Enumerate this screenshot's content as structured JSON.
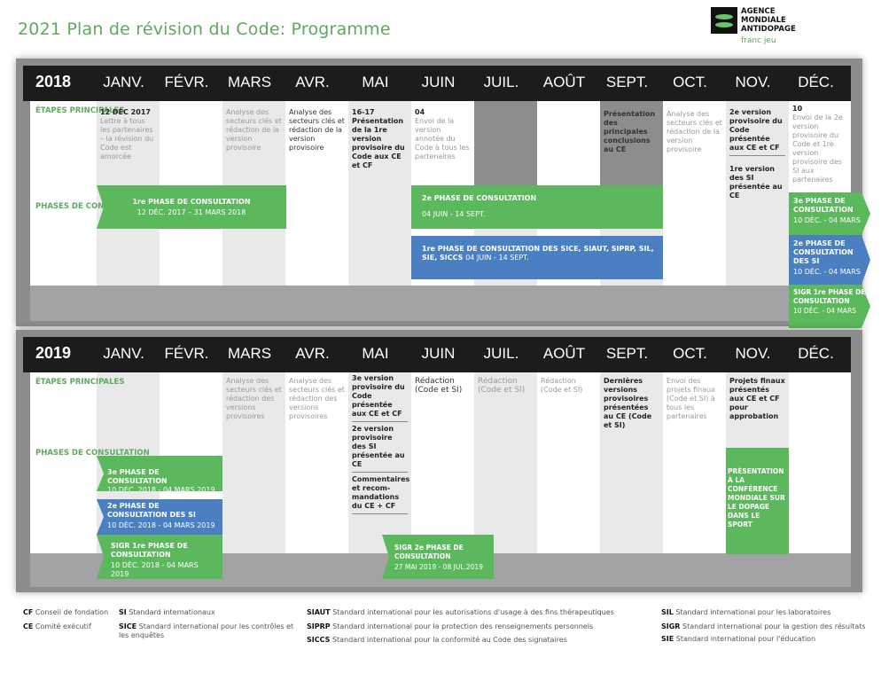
{
  "title": "2021 Plan de révision du Code: Programme",
  "logo": {
    "lines": [
      "AGENCE",
      "MONDIALE",
      "ANTIDOPAGE"
    ],
    "tagline": "franc jeu"
  },
  "months": [
    "JANV.",
    "FÉVR.",
    "MARS",
    "AVR.",
    "MAI",
    "JUIN",
    "JUIL.",
    "AOÛT",
    "SEPT.",
    "OCT.",
    "NOV.",
    "DÉC."
  ],
  "row_labels": {
    "milestones": "ÉTAPES PRINCIPALES",
    "consultation": "PHASES DE CONSULTATION"
  },
  "year2018": {
    "year": "2018",
    "milestones": {
      "jan_date": "12 DÉC 2017",
      "jan_text": "Lettre à tous les partenaires – la révision du Code est amorcée",
      "mar": "Analyse des secteurs clés et rédaction de la version provisoire",
      "apr": "Analyse des secteurs clés et rédaction de la version provisoire",
      "may_date": "16-17",
      "may_text": "Présentation de la 1re version provisoire du Code aux CE et CF",
      "jun_date": "04",
      "jun_text": "Envoi de la version annotée du Code à tous les partenaires",
      "sep": "Présentation des principales conclusions au CE",
      "oct": "Analyse des secteurs clés et rédaction de la version provisoire",
      "nov_a": "2e version provisoire du Code présentée aux CE et CF",
      "nov_b": "1re version des SI présentée au CE",
      "dec_date": "10",
      "dec_text": "Envoi de la 2e version provisoire du Code et 1re version provisoire des SI aux partenaires"
    },
    "phases": [
      {
        "title": "1re PHASE DE CONSULTATION",
        "dates": "12 DÉC. 2017 – 31 MARS 2018",
        "color": "#5cb85c"
      },
      {
        "title": "2e PHASE DE CONSULTATION",
        "dates": "04 JUIN - 14 SEPT.",
        "color": "#5cb85c"
      },
      {
        "title": "1re PHASE DE CONSULTATION DES SICE, SIAUT, SIPRP, SIL, SIE, SICCS",
        "dates": "04 JUIN - 14 SEPT.",
        "color": "#4a7fc1"
      },
      {
        "title": "3e PHASE DE CONSULTATION",
        "dates": "10 DÉC. - 04 MARS",
        "color": "#5cb85c"
      },
      {
        "title": "2e PHASE DE CONSULTATION DES SI",
        "dates": "10 DÉC. - 04 MARS",
        "color": "#4a7fc1"
      },
      {
        "title": "SIGR 1re PHASE DE CONSULTATION",
        "dates": "10 DÉC. - 04 MARS",
        "color": "#5cb85c"
      }
    ]
  },
  "year2019": {
    "year": "2019",
    "milestones": {
      "mar": "Analyse des secteurs clés et rédaction des versions provisoires",
      "apr": "Analyse des secteurs clés et rédaction des versions provisoires",
      "may_a": "3e version provisoire du Code présentée aux CE et CF",
      "may_b": "2e version provisoire des SI présentée au CE",
      "may_c": "Commentaires et recom-mandations du CE + CF",
      "jun": "Rédaction (Code et SI)",
      "jul": "Rédaction (Code et SI)",
      "aug": "Rédaction (Code et SI)",
      "sep": "Dernières versions provisoires présentées au CE (Code et SI)",
      "oct": "Envoi des projets finaux (Code et SI) à tous les partenaires",
      "nov": "Projets finaux présentés aux CE et CF pour approbation"
    },
    "phases": [
      {
        "title": "3e PHASE DE CONSULTATION",
        "dates": "10 DÉC. 2018 - 04 MARS 2019",
        "color": "#5cb85c"
      },
      {
        "title": "2e PHASE DE CONSULTATION DES SI",
        "dates": "10 DÉC. 2018 - 04 MARS 2019",
        "color": "#4a7fc1"
      },
      {
        "title": "SIGR 1re PHASE DE CONSULTATION",
        "dates": "10 DÉC. 2018 - 04 MARS 2019",
        "color": "#5cb85c"
      },
      {
        "title": "SIGR 2e PHASE DE CONSULTATION",
        "dates": "27 MAI 2019 - 08 JUL.2019",
        "color": "#5cb85c"
      },
      {
        "title": "PRÉSENTATION À LA CONFÉRENCE MONDIALE SUR LE DOPAGE DANS LE SPORT",
        "dates": "",
        "color": "#5cb85c"
      }
    ]
  },
  "legend": [
    {
      "abbr": "CF",
      "text": "Conseil de fondation"
    },
    {
      "abbr": "CE",
      "text": "Comité exécutif"
    },
    {
      "abbr": "SI",
      "text": "Standard internationaux"
    },
    {
      "abbr": "SICE",
      "text": "Standard international pour les contrôles et les enquêtes"
    },
    {
      "abbr": "SIAUT",
      "text": "Standard international pour les autorisations d'usage à des fins thérapeutiques"
    },
    {
      "abbr": "SIPRP",
      "text": "Standard international pour la protection des renseignements personnels"
    },
    {
      "abbr": "SICCS",
      "text": "Standard international pour la conformité au Code des signataires"
    },
    {
      "abbr": "SIL",
      "text": "Standard international pour les laboratoires"
    },
    {
      "abbr": "SIGR",
      "text": "Standard international pour la gestion des résultats"
    },
    {
      "abbr": "SIE",
      "text": "Standard international pour l'éducation"
    }
  ],
  "colors": {
    "title_green": "#5fa85f",
    "phase_green": "#5cb85c",
    "phase_blue": "#4a7fc1",
    "header_black": "#1e1b1c",
    "shade_grey": "#e9e9e9",
    "band_grey": "#a3a3a5"
  }
}
